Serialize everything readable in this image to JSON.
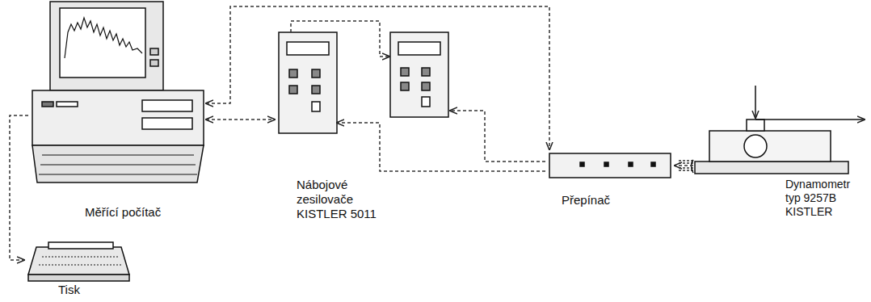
{
  "diagram": {
    "nodes": [
      {
        "text": [
          "Měřící počítač"
        ]
      },
      {
        "text": [
          "Nábojové zesilovače KISTLER 5011"
        ]
      },
      {
        "text": [
          "Přepínač"
        ]
      },
      {
        "text": [
          "Dynamometr typ 9257B KISTLER"
        ]
      },
      {
        "text": [
          "Tisk"
        ]
      }
    ],
    "edges": [
      {
        "from": 0,
        "to": 1,
        "arrow": "both"
      },
      {
        "from": 0,
        "to": 2,
        "arrow": "both"
      },
      {
        "from": 2,
        "to": 1,
        "arrow": "to"
      },
      {
        "from": 2,
        "to": 1,
        "arrow": "to"
      },
      {
        "from": 3,
        "to": 2,
        "arrow": "to"
      },
      {
        "from": 0,
        "to": 4,
        "arrow": "to"
      }
    ]
  }
}
